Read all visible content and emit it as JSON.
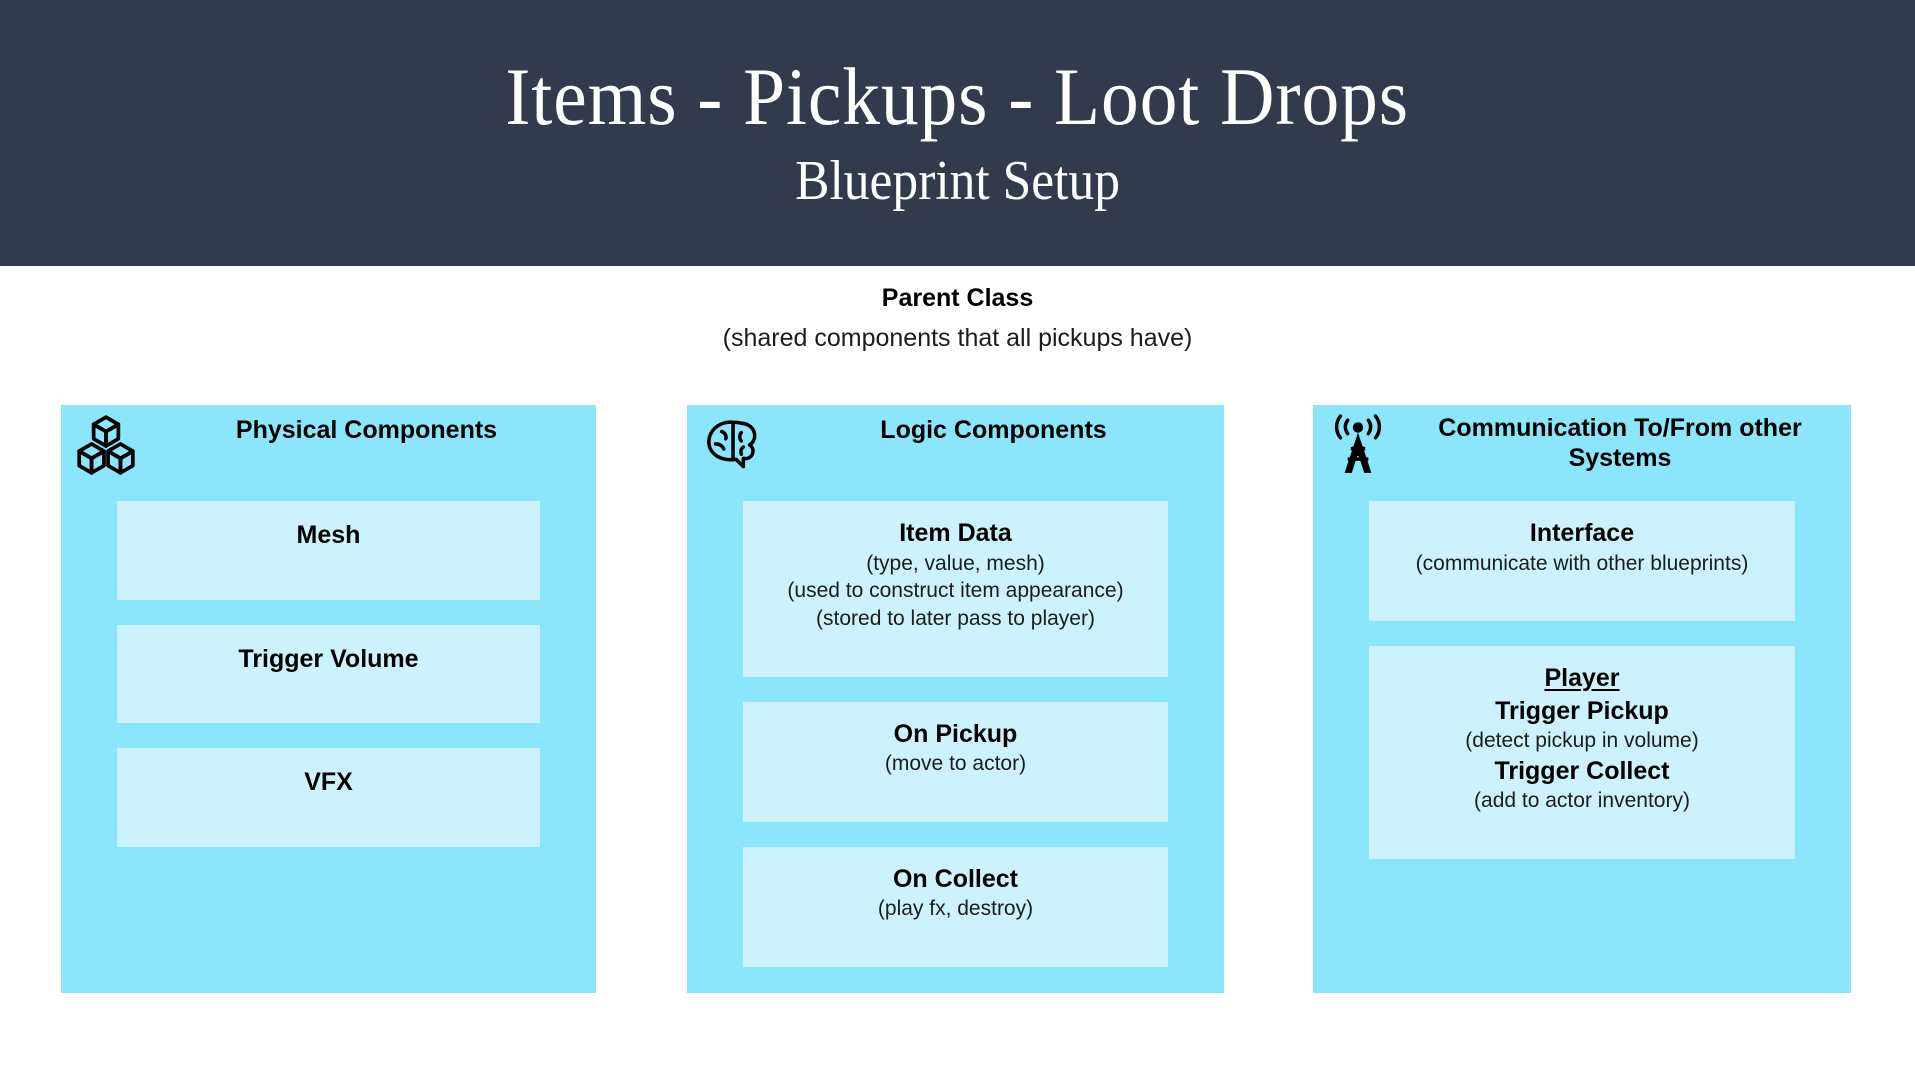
{
  "header": {
    "title": "Items - Pickups - Loot Drops",
    "subtitle": "Blueprint Setup",
    "background_color": "#333a4d",
    "text_color": "#ffffff"
  },
  "parent": {
    "title": "Parent Class",
    "subtitle": "(shared components that all pickups have)"
  },
  "colors": {
    "panel_background": "#8ce6fb",
    "card_background": "#ccf2fd",
    "page_background": "#ffffff",
    "text": "#000000"
  },
  "panels": [
    {
      "icon": "stacked-cubes-icon",
      "title": "Physical Components",
      "cards": [
        {
          "title": "Mesh",
          "lines": []
        },
        {
          "title": "Trigger Volume",
          "lines": []
        },
        {
          "title": "VFX",
          "lines": []
        }
      ]
    },
    {
      "icon": "brain-icon",
      "title": "Logic Components",
      "cards": [
        {
          "title": "Item Data",
          "lines": [
            "(type, value, mesh)",
            "(used to construct item appearance)",
            "(stored to later pass to player)"
          ]
        },
        {
          "title": "On Pickup",
          "lines": [
            "(move to actor)"
          ]
        },
        {
          "title": "On Collect",
          "lines": [
            "(play fx, destroy)"
          ]
        }
      ]
    },
    {
      "icon": "radio-tower-icon",
      "title": "Communication To/From other Systems",
      "cards": [
        {
          "title": "Interface",
          "lines": [
            "(communicate with other blueprints)"
          ]
        },
        {
          "title": "Player",
          "title_underlined": true,
          "lines": [
            {
              "text": "Trigger Pickup",
              "bold": true
            },
            {
              "text": "(detect pickup in volume)",
              "bold": false
            },
            {
              "text": "Trigger Collect",
              "bold": true
            },
            {
              "text": "(add to actor inventory)",
              "bold": false
            }
          ]
        }
      ]
    }
  ]
}
